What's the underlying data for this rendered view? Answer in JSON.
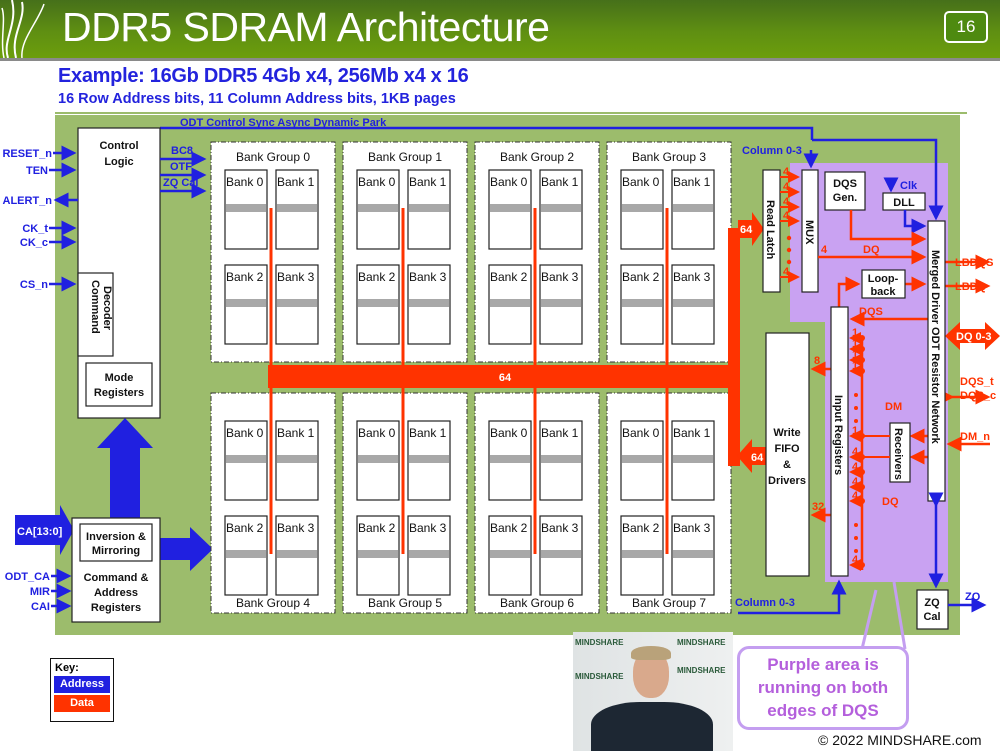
{
  "header": {
    "title": "DDR5 SDRAM Architecture",
    "slide_number": "16"
  },
  "subtitle": {
    "line1": "Example:  16Gb DDR5   4Gb x4,   256Mb x4 x 16",
    "line2": "16 Row Address bits, 11 Column Address bits, 1KB pages"
  },
  "diagram": {
    "odt_line": "ODT Control Sync Async Dynamic Park",
    "control_logic": "Control Logic",
    "command_decoder": "Command Decoder",
    "mode_registers": "Mode Registers",
    "inputs": {
      "reset": "RESET_n",
      "ten": "TEN",
      "alert": "ALERT_n",
      "ck_t": "CK_t",
      "ck_c": "CK_c",
      "cs": "CS_n",
      "ca": "CA[13:0]",
      "odt_ca": "ODT_CA",
      "mir": "MIR",
      "cai": "CAI"
    },
    "outputs": {
      "bc8": "BC8",
      "otf": "OTF",
      "zqcal": "ZQ Cal"
    },
    "inversion": "Inversion & Mirroring",
    "cmd_addr_regs": "Command & Address Registers",
    "bank_groups": [
      "Bank Group 0",
      "Bank Group 1",
      "Bank Group 2",
      "Bank Group 3",
      "Bank Group 4",
      "Bank Group 5",
      "Bank Group 6",
      "Bank Group 7"
    ],
    "banks": [
      "Bank 0",
      "Bank 1",
      "Bank 2",
      "Bank 3"
    ],
    "bus_width": "64",
    "read_latch": "Read Latch",
    "mux": "MUX",
    "column_top": "Column 0-3",
    "column_bottom": "Column 0-3",
    "four": "4",
    "one": "1",
    "dqs_gen": "DQS Gen.",
    "clk": "Clk",
    "dll": "DLL",
    "dq": "DQ",
    "loopback": "Loop-back",
    "dqs": "DQS",
    "dm": "DM",
    "merged": "Merged Driver ODT Resistor Network",
    "input_registers": "Input Registers",
    "write_fifo": "Write FIFO & Drivers",
    "receivers": "Receivers",
    "eight": "8",
    "thirtytwo": "32",
    "zq_cal": "ZQ Cal",
    "right": {
      "lbdqs": "LBDQS",
      "lbdq": "LBDQ",
      "dq03": "DQ 0-3",
      "dqs_t": "DQS_t",
      "dqs_c": "DQS_c",
      "dm_n": "DM_n",
      "zq": "ZQ"
    }
  },
  "key": {
    "title": "Key:",
    "address": "Address",
    "data": "Data"
  },
  "callout": "Purple area is running on both edges of DQS",
  "video_watermark": "MINDSHARE",
  "copyright": "© 2022  MINDSHARE.com",
  "colors": {
    "address": "#2020e0",
    "data": "#ff3300",
    "purple": "#c9a2f2",
    "board": "#9cbc6c"
  }
}
